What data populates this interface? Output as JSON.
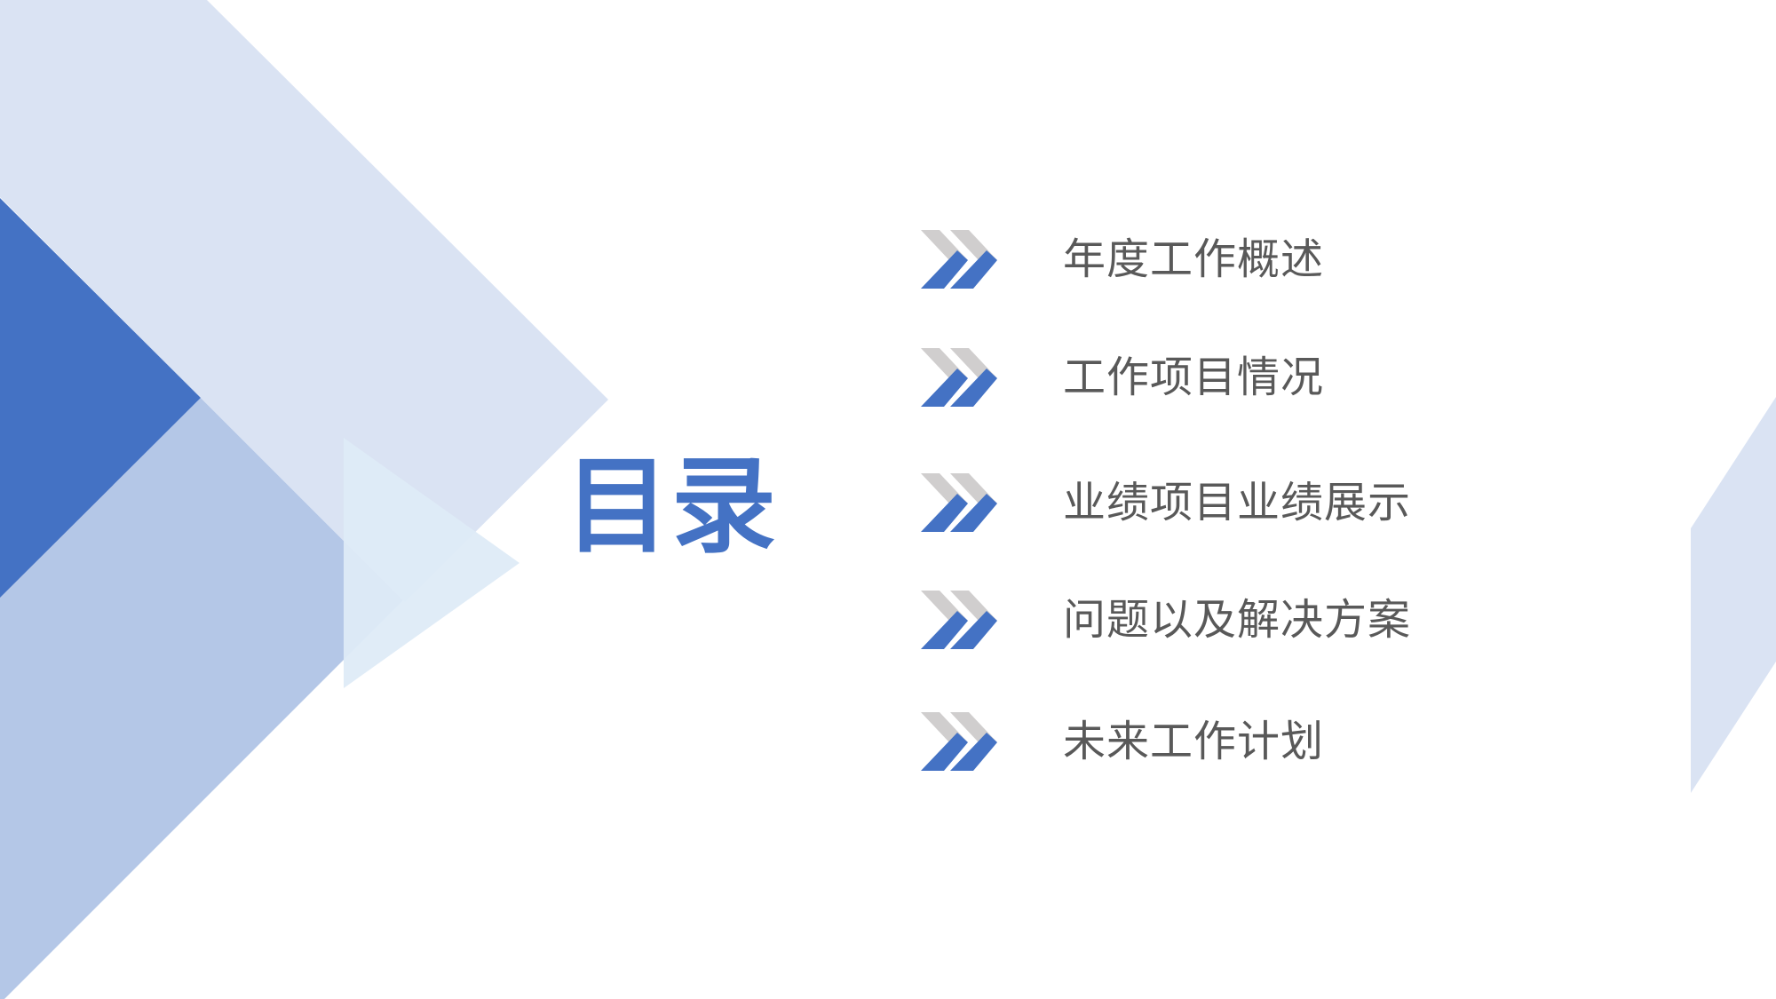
{
  "slide": {
    "title": "目录",
    "colors": {
      "background": "#ffffff",
      "accent": "#4472c4",
      "shape_light": "#dae3f3",
      "shape_medium": "#b4c7e7",
      "shape_pale": "#deebf7",
      "chevron_gray": "#d0cece",
      "chevron_blue": "#4472c4",
      "text": "#595959"
    },
    "toc_items": [
      {
        "label": "年度工作概述",
        "icon": "double-chevron-right-icon"
      },
      {
        "label": "工作项目情况",
        "icon": "double-chevron-right-icon"
      },
      {
        "label": "业绩项目业绩展示",
        "icon": "double-chevron-right-icon"
      },
      {
        "label": "问题以及解决方案",
        "icon": "double-chevron-right-icon"
      },
      {
        "label": "未来工作计划",
        "icon": "double-chevron-right-icon"
      }
    ]
  }
}
